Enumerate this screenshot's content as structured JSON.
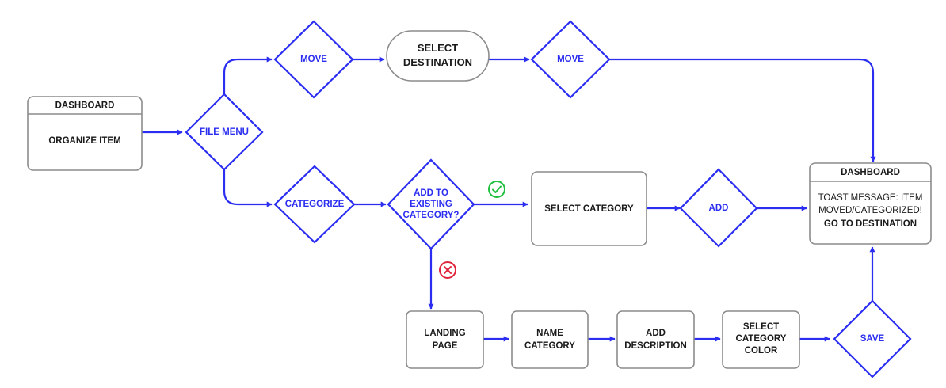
{
  "nodes": {
    "dashboard_start": {
      "header": "DASHBOARD",
      "body": "ORGANIZE ITEM"
    },
    "file_menu": {
      "label": "FILE MENU"
    },
    "move_1": {
      "label": "MOVE"
    },
    "select_destination": {
      "line1": "SELECT",
      "line2": "DESTINATION"
    },
    "move_2": {
      "label": "MOVE"
    },
    "categorize": {
      "label": "CATEGORIZE"
    },
    "add_existing": {
      "line1": "ADD TO",
      "line2": "EXISTING",
      "line3": "CATEGORY?"
    },
    "select_category": {
      "label": "SELECT CATEGORY"
    },
    "add": {
      "label": "ADD"
    },
    "dashboard_end": {
      "header": "DASHBOARD",
      "line1": "TOAST MESSAGE: ITEM",
      "line2": "MOVED/CATEGORIZED!",
      "line3": "GO TO DESTINATION"
    },
    "landing_page": {
      "line1": "LANDING",
      "line2": "PAGE"
    },
    "name_category": {
      "line1": "NAME",
      "line2": "CATEGORY"
    },
    "add_description": {
      "line1": "ADD",
      "line2": "DESCRIPTION"
    },
    "select_color": {
      "line1": "SELECT",
      "line2": "CATEGORY",
      "line3": "COLOR"
    },
    "save": {
      "label": "SAVE"
    }
  },
  "badges": {
    "yes": "check-icon",
    "no": "x-icon"
  },
  "colors": {
    "flow": "#2b2ef0",
    "box_border": "#8c8c8c",
    "yes": "#1fbf3f",
    "no": "#e0243a"
  }
}
